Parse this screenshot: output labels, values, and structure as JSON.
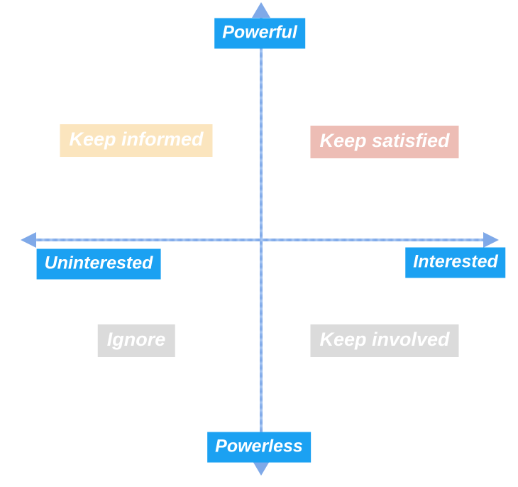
{
  "diagram": {
    "kind": "quadrant-matrix",
    "background": "#ffffff",
    "line_color": "#8fb5ec",
    "arrow_color": "#7fa9e8"
  },
  "axes": {
    "vertical": {
      "top_label": "Powerful",
      "bottom_label": "Powerless"
    },
    "horizontal": {
      "left_label": "Uninterested",
      "right_label": "Interested"
    },
    "label_style": {
      "bg": "#1ba1f2",
      "color": "#ffffff"
    }
  },
  "quadrants": {
    "top_left": {
      "label": "Keep informed",
      "bg": "#fbe5be",
      "color": "#ffffff"
    },
    "top_right": {
      "label": "Keep satisfied",
      "bg": "#edbdb5",
      "color": "#ffffff"
    },
    "bottom_left": {
      "label": "Ignore",
      "bg": "#dbdbdb",
      "color": "#ffffff"
    },
    "bottom_right": {
      "label": "Keep involved",
      "bg": "#dbdbdb",
      "color": "#ffffff"
    }
  }
}
